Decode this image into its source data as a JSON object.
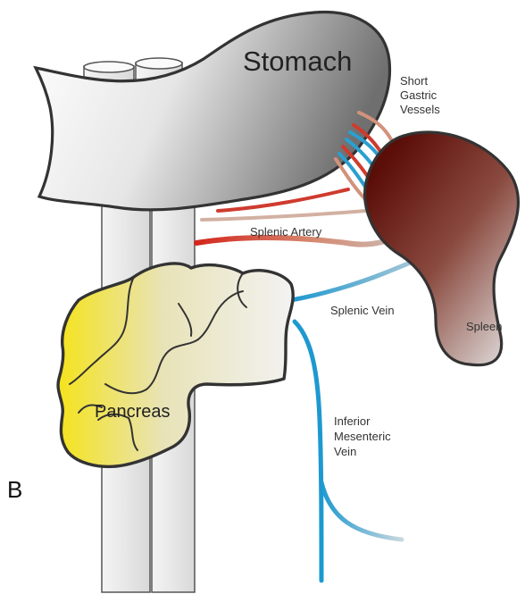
{
  "labels": {
    "stomach": "Stomach",
    "short_gastric_vessels": [
      "Short",
      "Gastric",
      "Vessels"
    ],
    "splenic_artery": "Splenic Artery",
    "splenic_vein": "Splenic Vein",
    "spleen": "Spleen",
    "pancreas": "Pancreas",
    "inferior_mesenteric_vein": [
      "Inferior",
      "Mesenteric",
      "Vein"
    ],
    "panel": "B"
  },
  "colors": {
    "artery": "#d23a2c",
    "vein": "#2a9fd0",
    "spleen_dark": "#5a0f0a",
    "spleen_light": "#d9cfcc",
    "stomach_light": "#f4f4f4",
    "stomach_dark": "#7a7a7a",
    "pancreas_yellow": "#f2e21e",
    "pancreas_gray": "#e2e2e2",
    "tube": "#ebebeb",
    "outline": "#3a3a3a"
  }
}
